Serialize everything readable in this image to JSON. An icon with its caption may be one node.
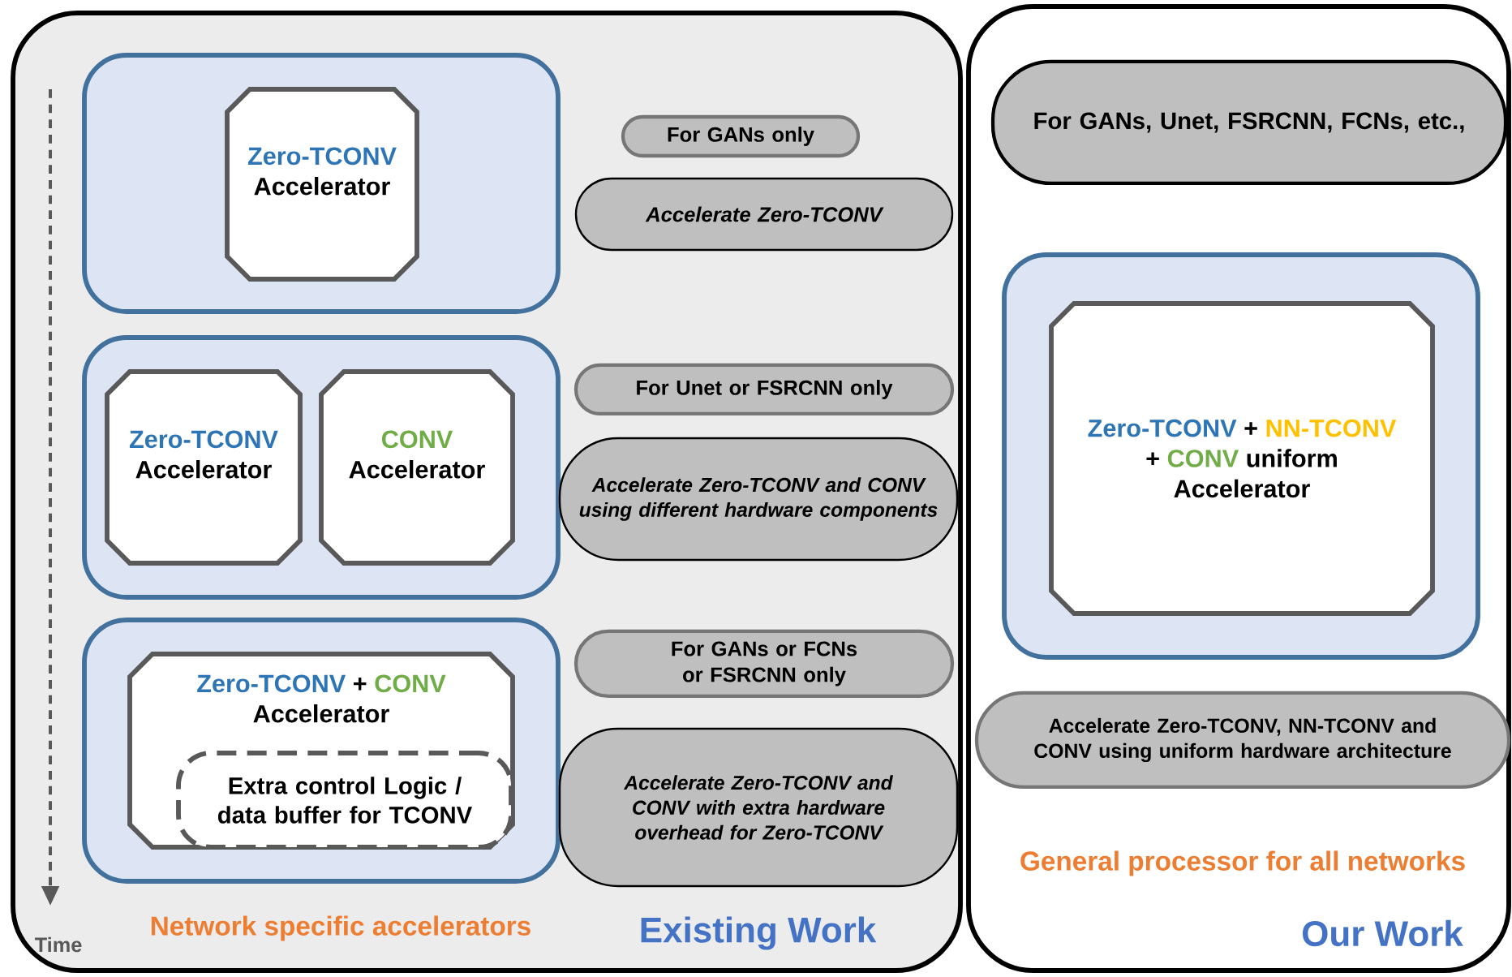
{
  "diagram": {
    "nodes": [
      {
        "text": [
          "Network specific accelerators",
          "Existing Work"
        ]
      },
      {
        "text": [],
        "shape": "box",
        "in": 0
      },
      {
        "text": [
          "Zero-TCONV",
          "Accelerator"
        ],
        "in": 1
      },
      {
        "text": [
          "For GANs only"
        ],
        "in": 0
      },
      {
        "text": [
          "Accelerate Zero-TCONV"
        ],
        "in": 0
      },
      {
        "text": [],
        "shape": "box",
        "in": 0
      },
      {
        "text": [
          "Zero-TCONV",
          "Accelerator"
        ],
        "in": 5
      },
      {
        "text": [
          "CONV",
          "Accelerator"
        ],
        "in": 5
      },
      {
        "text": [
          "For Unet or FSRCNN only"
        ],
        "in": 0
      },
      {
        "text": [
          "Accelerate Zero-TCONV and CONV using different hardware components"
        ],
        "in": 0
      },
      {
        "text": [],
        "shape": "box",
        "in": 0
      },
      {
        "text": [
          "Zero-TCONV",
          "+",
          "CONV",
          "Accelerator"
        ],
        "in": 10
      },
      {
        "text": [
          "Extra control Logic / data buffer for TCONV"
        ],
        "in": 11
      },
      {
        "text": [
          "For GANs or FCNs or FSRCNN only"
        ],
        "in": 0
      },
      {
        "text": [
          "Accelerate Zero-TCONV and CONV with extra hardware overhead for Zero-TCONV"
        ],
        "in": 0
      },
      {
        "text": [
          "General processor for all networks",
          "Our Work"
        ]
      },
      {
        "text": [
          "For GANs, Unet, FSRCNN, FCNs, etc.,"
        ],
        "in": 15
      },
      {
        "text": [],
        "shape": "box",
        "in": 15
      },
      {
        "text": [
          "Zero-TCONV",
          "+",
          "NN-TCONV",
          "+",
          "CONV",
          "uniform",
          "Accelerator"
        ],
        "in": 17
      },
      {
        "text": [
          "Accelerate Zero-TCONV, NN-TCONV and CONV using uniform hardware architecture"
        ],
        "in": 15
      }
    ],
    "labels": [
      "Time"
    ]
  }
}
